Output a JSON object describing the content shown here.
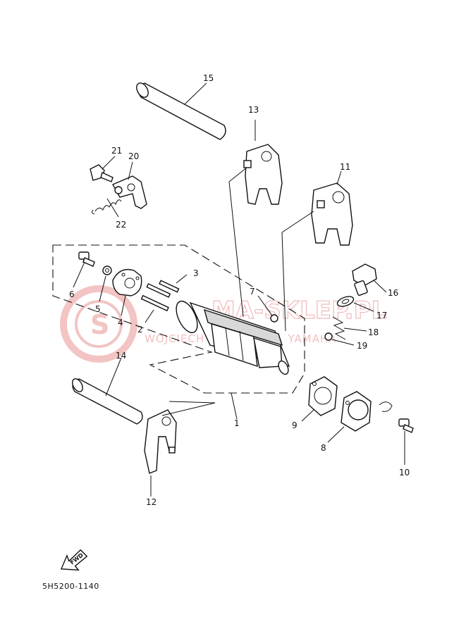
{
  "watermark": {
    "brand": "MA-SKLEP.PL",
    "tagline": "WOJCIECH ... CZĘŚCI ... YAMAHA",
    "logo_letters": "S"
  },
  "callouts": {
    "c1": "1",
    "c2": "2",
    "c3": "3",
    "c4": "4",
    "c5": "5",
    "c6": "6",
    "c7": "7",
    "c8": "8",
    "c9": "9",
    "c10": "10",
    "c11": "11",
    "c12": "12",
    "c13": "13",
    "c14": "14",
    "c15": "15",
    "c16": "16",
    "c17": "17",
    "c18": "18",
    "c19": "19",
    "c20": "20",
    "c21": "21",
    "c22": "22"
  },
  "fwd_label": "FWD",
  "diagram_code": "5H5200-1140"
}
